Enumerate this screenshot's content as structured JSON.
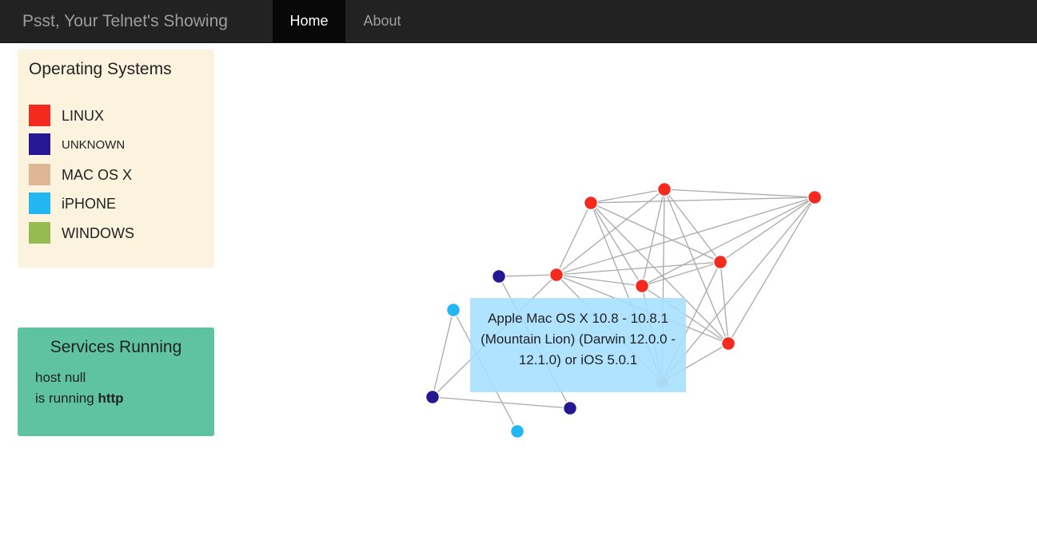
{
  "navbar": {
    "brand": "Psst, Your Telnet's Showing",
    "items": [
      {
        "label": "Home",
        "active": true
      },
      {
        "label": "About",
        "active": false
      }
    ]
  },
  "legend": {
    "title": "Operating Systems",
    "items": [
      {
        "label": "LINUX",
        "color": "#f52a1f"
      },
      {
        "label": "UNKNOWN",
        "color": "#261794"
      },
      {
        "label": "MAC OS X",
        "color": "#e0b796"
      },
      {
        "label": "iPHONE",
        "color": "#22b6f2"
      },
      {
        "label": "WINDOWS",
        "color": "#95bb51"
      }
    ]
  },
  "services": {
    "title": "Services Running",
    "host_line": "host null",
    "running_prefix": "is running",
    "service": "http"
  },
  "graph": {
    "edge_color": "#a9a9a9",
    "nodes": [
      {
        "id": "n1",
        "os": "LINUX"
      },
      {
        "id": "n2",
        "os": "LINUX"
      },
      {
        "id": "n3",
        "os": "LINUX"
      },
      {
        "id": "n4",
        "os": "LINUX"
      },
      {
        "id": "n5",
        "os": "LINUX"
      },
      {
        "id": "n6",
        "os": "LINUX"
      },
      {
        "id": "n7",
        "os": "LINUX"
      },
      {
        "id": "n8",
        "os": "UNKNOWN"
      },
      {
        "id": "n9",
        "os": "UNKNOWN"
      },
      {
        "id": "n10",
        "os": "UNKNOWN"
      },
      {
        "id": "n11",
        "os": "iPHONE"
      },
      {
        "id": "n12",
        "os": "iPHONE"
      },
      {
        "id": "n13",
        "os": "MAC OS X"
      }
    ],
    "tooltip": "Apple Mac OS X 10.8 - 10.8.1 (Mountain Lion) (Darwin 12.0.0 - 12.1.0) or iOS 5.0.1"
  }
}
